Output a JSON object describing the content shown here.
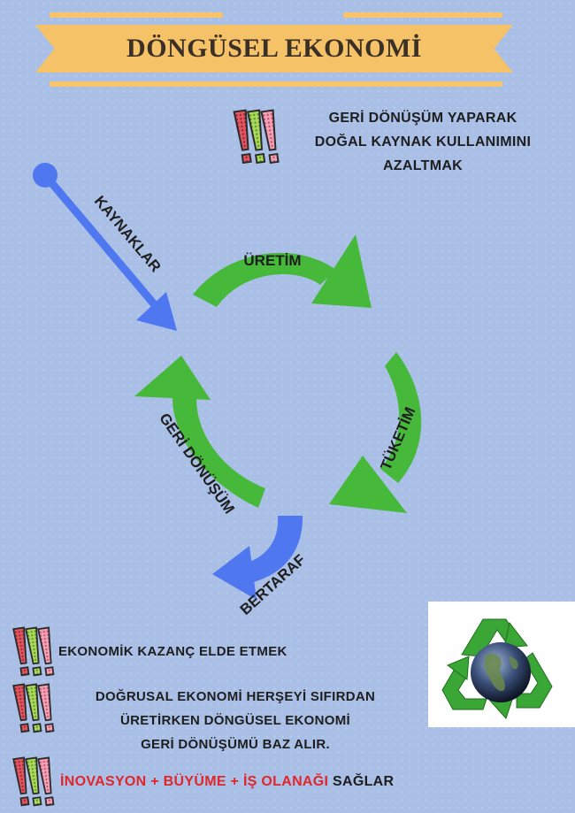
{
  "title": "DÖNGÜSEL EKONOMİ",
  "top_note": {
    "lines": [
      "GERİ DÖNÜŞÜM YAPARAK",
      "DOĞAL KAYNAK KULLANIMINI",
      "AZALTMAK"
    ]
  },
  "cycle": {
    "input_label": "KAYNAKLAR",
    "stages": [
      "ÜRETİM",
      "TÜKETİM",
      "GERİ DÖNÜŞÜM"
    ],
    "output_label": "BERTARAF"
  },
  "bottom_notes": {
    "note1": "EKONOMİK KAZANÇ ELDE ETMEK",
    "note2_lines": [
      "DOĞRUSAL EKONOMİ HERŞEYİ SIFIRDAN",
      "ÜRETİRKEN DÖNGÜSEL EKONOMİ",
      "GERİ DÖNÜŞÜMÜ BAZ ALIR."
    ],
    "note3_highlight_1": "İNOVASYON + BÜYÜME + ",
    "note3_highlight_2": "İŞ OLANAĞI",
    "note3_tail": " SAĞLAR"
  },
  "colors": {
    "background": "#a9bfe6",
    "banner": "#f6c267",
    "green_arrow": "#46b83a",
    "blue_arrow": "#4f78f0",
    "highlight": "#e0262a"
  }
}
